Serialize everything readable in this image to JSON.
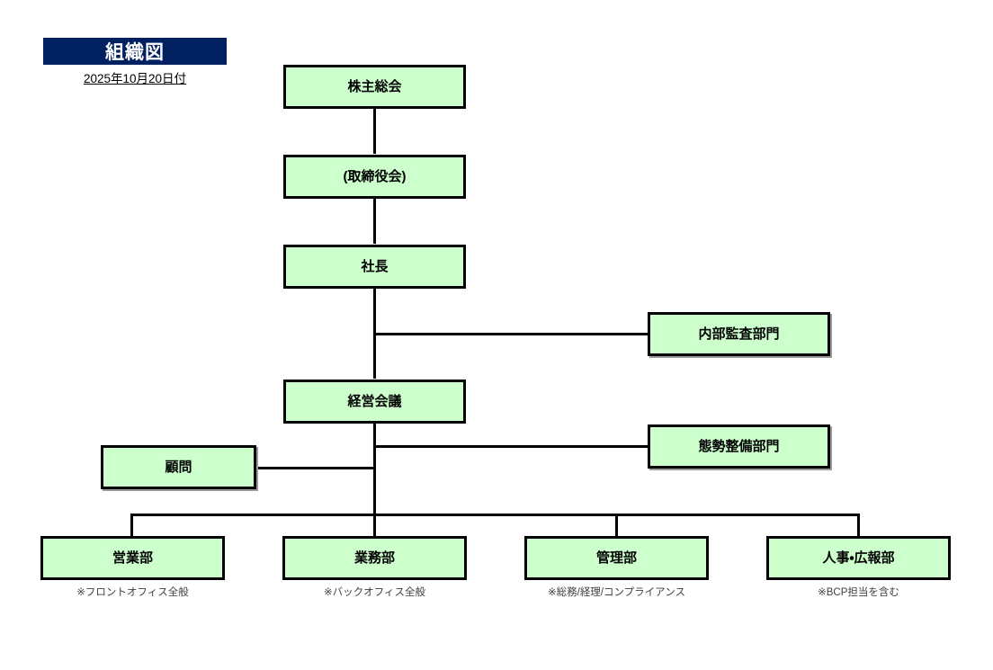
{
  "document": {
    "title": "組織図",
    "effective_date": "2025年10月20日付"
  },
  "colors": {
    "title_background": "#002060",
    "title_text": "#ffffff",
    "node_fill": "#ccffcc",
    "node_border": "#000000",
    "note_text": "#404040",
    "connector": "#000000",
    "page_background": "#ffffff"
  },
  "chart_data": {
    "type": "diagram",
    "subtype": "organization-chart",
    "title": "組織図",
    "subtitle": "2025年10月20日付",
    "orientation": "top-down",
    "nodes": [
      {
        "id": "shareholders",
        "label": "株主総会",
        "note": "",
        "level": 0,
        "column": "trunk"
      },
      {
        "id": "board",
        "label": "(取締役会)",
        "note": "",
        "level": 1,
        "column": "trunk"
      },
      {
        "id": "president",
        "label": "社長",
        "note": "",
        "level": 2,
        "column": "trunk"
      },
      {
        "id": "internal-audit",
        "label": "内部監査部門",
        "note": "",
        "level": 2,
        "column": "right"
      },
      {
        "id": "mgmt-meeting",
        "label": "経営会議",
        "note": "",
        "level": 3,
        "column": "trunk"
      },
      {
        "id": "compliance-dev",
        "label": "態勢整備部門",
        "note": "",
        "level": 3,
        "column": "right"
      },
      {
        "id": "advisor",
        "label": "顧問",
        "note": "",
        "level": 3,
        "column": "left"
      },
      {
        "id": "sales",
        "label": "営業部",
        "note": "※フロントオフィス全般",
        "level": 4,
        "column": "dept-1"
      },
      {
        "id": "operations",
        "label": "業務部",
        "note": "※バックオフィス全般",
        "level": 4,
        "column": "dept-2"
      },
      {
        "id": "administration",
        "label": "管理部",
        "note": "※総務/経理/コンプライアンス",
        "level": 4,
        "column": "dept-3"
      },
      {
        "id": "hr-pr",
        "label": "人事・広報部",
        "note": "※BCP担当を含む",
        "level": 4,
        "column": "dept-4"
      }
    ],
    "edges": [
      {
        "from": "shareholders",
        "to": "board",
        "style": "vertical"
      },
      {
        "from": "board",
        "to": "president",
        "style": "vertical"
      },
      {
        "from": "president",
        "to": "internal-audit",
        "style": "elbow-right"
      },
      {
        "from": "president",
        "to": "mgmt-meeting",
        "style": "vertical"
      },
      {
        "from": "mgmt-meeting",
        "to": "compliance-dev",
        "style": "elbow-right"
      },
      {
        "from": "mgmt-meeting",
        "to": "advisor",
        "style": "elbow-left"
      },
      {
        "from": "mgmt-meeting",
        "to": "sales",
        "style": "bus-drop"
      },
      {
        "from": "mgmt-meeting",
        "to": "operations",
        "style": "bus-drop"
      },
      {
        "from": "mgmt-meeting",
        "to": "administration",
        "style": "bus-drop"
      },
      {
        "from": "mgmt-meeting",
        "to": "hr-pr",
        "style": "bus-drop"
      }
    ]
  },
  "nodes": {
    "shareholders": {
      "label": "株主総会"
    },
    "board": {
      "label": "(取締役会)"
    },
    "president": {
      "label": "社長"
    },
    "internal_audit": {
      "label": "内部監査部門"
    },
    "mgmt_meeting": {
      "label": "経営会議"
    },
    "compliance_dev": {
      "label": "態勢整備部門"
    },
    "advisor": {
      "label": "顧問"
    },
    "sales": {
      "label": "営業部",
      "note": "※フロントオフィス全般"
    },
    "operations": {
      "label": "業務部",
      "note": "※バックオフィス全般"
    },
    "administration": {
      "label": "管理部",
      "note": "※総務/経理/コンプライアンス"
    },
    "hr_pr": {
      "label": "人事・広報部",
      "note": "※BCP担当を含む"
    }
  }
}
